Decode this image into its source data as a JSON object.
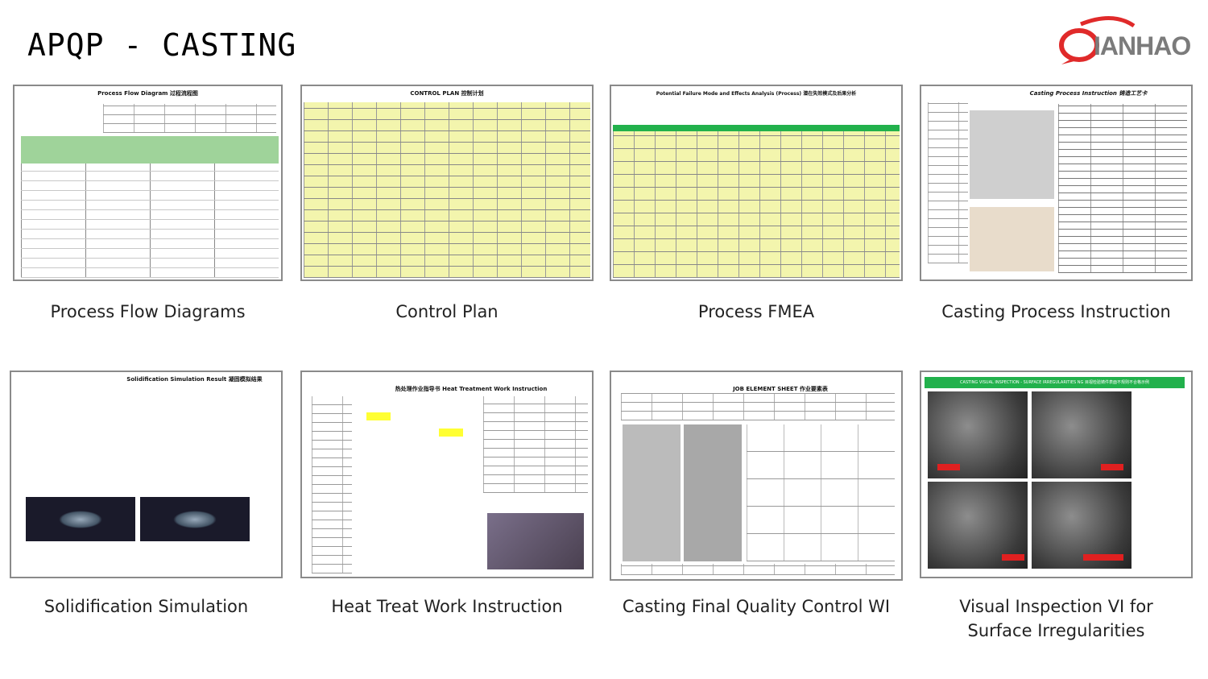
{
  "slide": {
    "title": "APQP  -  CASTING",
    "logo_text": "QIANHAO",
    "colors": {
      "logo_red": "#e02a2a",
      "logo_gray": "#7b7b7b",
      "green_header": "#22b14c",
      "plan_yellow": "#f3f5ad"
    }
  },
  "cards": [
    {
      "caption": "Process Flow Diagrams",
      "doc_title": "Process Flow Diagram 过程流程图"
    },
    {
      "caption": "Control Plan",
      "doc_title": "CONTROL PLAN 控制计划"
    },
    {
      "caption": "Process FMEA",
      "doc_title": "Potential Failure Mode and Effects Analysis (Process) 潜在失效模式及后果分析"
    },
    {
      "caption": "Casting Process Instruction",
      "doc_title": "Casting Process Instruction 铸造工艺卡"
    },
    {
      "caption": "Solidification Simulation",
      "doc_title": "Solidification Simulation Result 凝固模拟结果"
    },
    {
      "caption": "Heat Treat Work Instruction",
      "doc_title": "热处理作业指导书 Heat Treatment Work Instruction"
    },
    {
      "caption": "Casting Final Quality Control WI",
      "doc_title": "JOB ELEMENT SHEET 作业要素表"
    },
    {
      "caption_line1": "Visual Inspection VI for",
      "caption_line2": "Surface Irregularities",
      "doc_title": "CASTING VISUAL INSPECTION - SURFACE IRREGULARITIES NG 目视检验铸件表面不规则不合格示例"
    }
  ]
}
